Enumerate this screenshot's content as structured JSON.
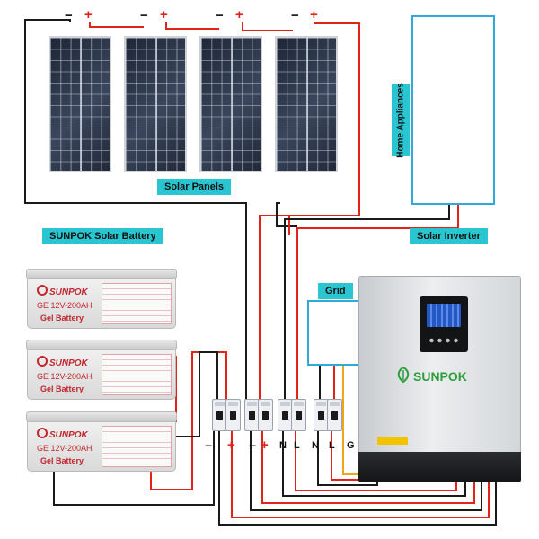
{
  "labels": {
    "solar_panels": "Solar Panels",
    "solar_battery": "SUNPOK Solar Battery",
    "solar_inverter": "Solar Inverter",
    "grid": "Grid",
    "home_appliances": "Home Appliances"
  },
  "panel_polarity": {
    "negative": "−",
    "positive": "+"
  },
  "battery": {
    "logo": "SUNPOK",
    "model": "GE 12V-200AH",
    "type": "Gel Battery"
  },
  "inverter": {
    "brand": "SUNPOK"
  },
  "terminals": {
    "battery_negative": "−",
    "battery_positive": "+",
    "pv_negative": "−",
    "pv_positive": "+",
    "out_n": "N",
    "out_l": "L",
    "in_n": "N",
    "in_l": "L",
    "ground": "G"
  },
  "colors": {
    "label_bg": "#29c6d2",
    "frame_border": "#2fa9d9",
    "wire_black": "#1a1a1a",
    "wire_red": "#e2231a",
    "wire_orange": "#f2a51b",
    "brand_green": "#2e9e3c",
    "brand_red": "#c1272d"
  },
  "icons": [
    "solar-panel-icon",
    "battery-icon",
    "breaker-icon",
    "transmission-tower-icon",
    "inverter-icon",
    "appliance-icon"
  ]
}
